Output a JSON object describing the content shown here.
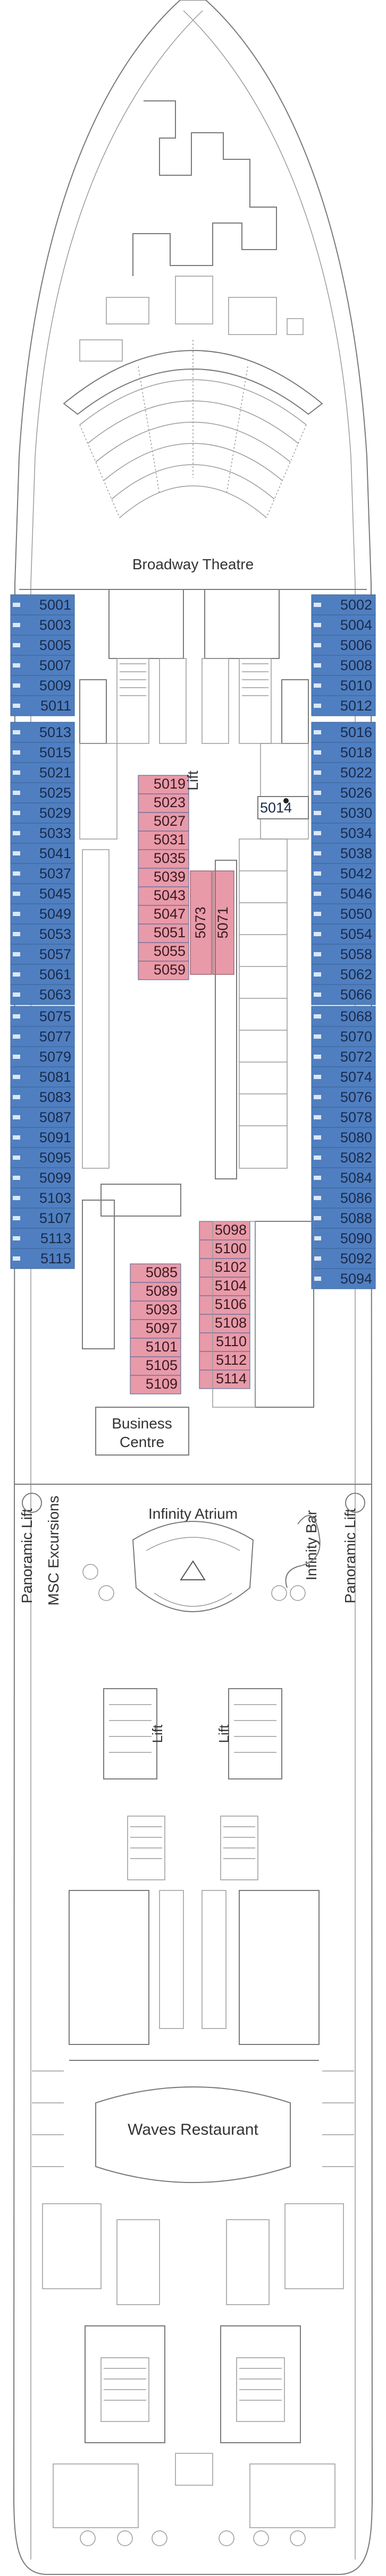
{
  "colors": {
    "outside_cabin": "#4f7fc0",
    "outside_cabin_text": "#dbe7f6",
    "inside_cabin": "#e89aa8",
    "public_area": "#ffffff",
    "walls": "#7a7a7a"
  },
  "venues": {
    "theatre": "Broadway Theatre",
    "lift_fore": "Lift",
    "business": [
      "Business",
      "Centre"
    ],
    "atrium": "Infinity Atrium",
    "panoramic_lift_port": "Panoramic Lift",
    "excursions": "MSC Excursions",
    "bar": "Infinity Bar",
    "panoramic_lift_stbd": "Panoramic Lift",
    "lift_port_mid": "Lift",
    "lift_stbd_mid": "Lift",
    "restaurant": "Waves Restaurant"
  },
  "cabins": {
    "port_outer_fwd": [
      "5001",
      "5003",
      "5005",
      "5007",
      "5009",
      "5011"
    ],
    "port_outer_mid": [
      "5013",
      "5015",
      "5021",
      "5025",
      "5029",
      "5033",
      "5041",
      "5037",
      "5045",
      "5049",
      "5053",
      "5057",
      "5061",
      "5063"
    ],
    "port_outer_aft": [
      "5075",
      "5077",
      "5079",
      "5081",
      "5083",
      "5087",
      "5091",
      "5095",
      "5099",
      "5103",
      "5107",
      "5113",
      "5115"
    ],
    "stbd_outer_fwd": [
      "5002",
      "5004",
      "5006",
      "5008",
      "5010",
      "5012"
    ],
    "stbd_outer_mid": [
      "5016",
      "5018",
      "5022",
      "5026",
      "5030",
      "5034",
      "5038",
      "5042",
      "5046",
      "5050",
      "5054",
      "5058",
      "5062",
      "5066"
    ],
    "stbd_outer_aft": [
      "5068",
      "5070",
      "5072",
      "5074",
      "5076",
      "5078",
      "5080",
      "5082",
      "5084",
      "5086",
      "5088",
      "5090",
      "5092",
      "5094"
    ],
    "lift_lobby": "5014",
    "inner_fwd_column": [
      "5019",
      "5023",
      "5027",
      "5031",
      "5035",
      "5039",
      "5043",
      "5047",
      "5051",
      "5055",
      "5059"
    ],
    "inner_fwd_vertical": [
      "5073",
      "5071"
    ],
    "inner_aft_port": [
      "5085",
      "5089",
      "5093",
      "5097",
      "5101",
      "5105",
      "5109"
    ],
    "inner_aft_stbd": [
      "5098",
      "5100",
      "5102",
      "5104",
      "5106",
      "5108",
      "5110",
      "5112",
      "5114"
    ]
  }
}
